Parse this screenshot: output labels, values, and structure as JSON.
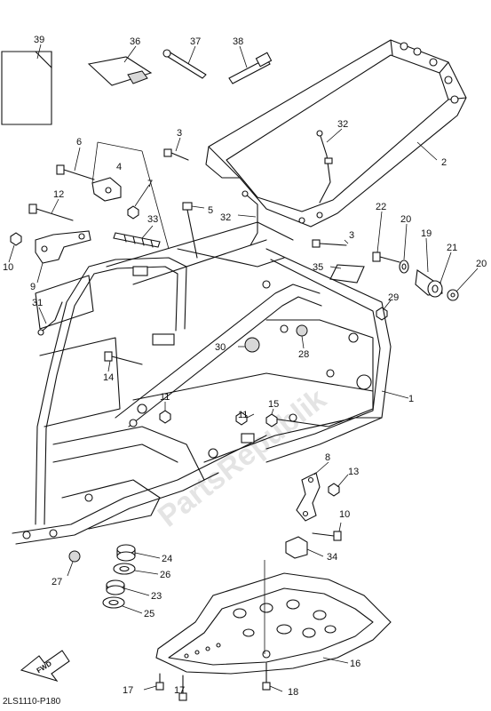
{
  "diagram_code": "2LS1110-P180",
  "watermark_text": "PartsRepublik",
  "fwd_label": "FWD",
  "callouts": {
    "c39": "39",
    "c36": "36",
    "c37": "37",
    "c38": "38",
    "c6": "6",
    "c4": "4",
    "c7": "7",
    "c3a": "3",
    "c2": "2",
    "c32a": "32",
    "c12": "12",
    "c5": "5",
    "c32b": "32",
    "c33": "33",
    "c3b": "3",
    "c22": "22",
    "c20a": "20",
    "c19": "19",
    "c21": "21",
    "c20b": "20",
    "c10a": "10",
    "c9": "9",
    "c35": "35",
    "c29": "29",
    "c31": "31",
    "c30": "30",
    "c28": "28",
    "c14": "14",
    "c1": "1",
    "c11a": "11",
    "c15": "15",
    "c11b": "11",
    "c8": "8",
    "c13": "13",
    "c10b": "10",
    "c34": "34",
    "c24": "24",
    "c26": "26",
    "c27": "27",
    "c23": "23",
    "c25": "25",
    "c16": "16",
    "c17a": "17",
    "c17b": "17",
    "c18": "18"
  }
}
